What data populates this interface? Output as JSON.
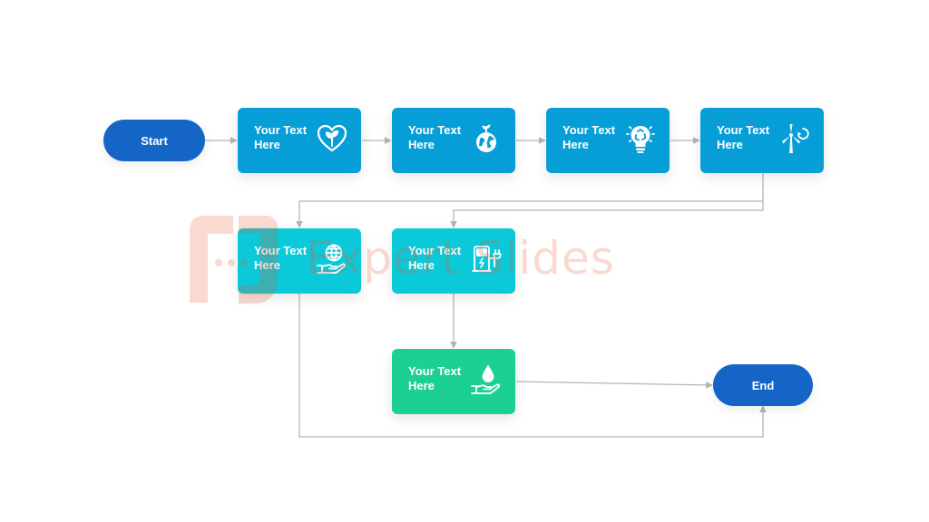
{
  "flow": {
    "start": {
      "label": "Start"
    },
    "end": {
      "label": "End"
    },
    "steps": [
      {
        "label": "Your Text Here",
        "icon": "heart-sprout-icon",
        "color": "#079ed8"
      },
      {
        "label": "Your Text Here",
        "icon": "earth-sprout-icon",
        "color": "#079ed8"
      },
      {
        "label": "Your Text Here",
        "icon": "recycle-bulb-icon",
        "color": "#079ed8"
      },
      {
        "label": "Your Text Here",
        "icon": "wind-turbine-icon",
        "color": "#079ed8"
      },
      {
        "label": "Your Text Here",
        "icon": "globe-hand-icon",
        "color": "#0cc9d9"
      },
      {
        "label": "Your Text Here",
        "icon": "ev-charger-icon",
        "color": "#0cc9d9"
      },
      {
        "label": "Your Text Here",
        "icon": "water-drop-hand-icon",
        "color": "#1ccf92"
      }
    ],
    "accent_color": "#1565c6",
    "connector_color": "#b5b5b5"
  },
  "watermark": {
    "text": "Expert Slides",
    "color": "#e8552f"
  }
}
